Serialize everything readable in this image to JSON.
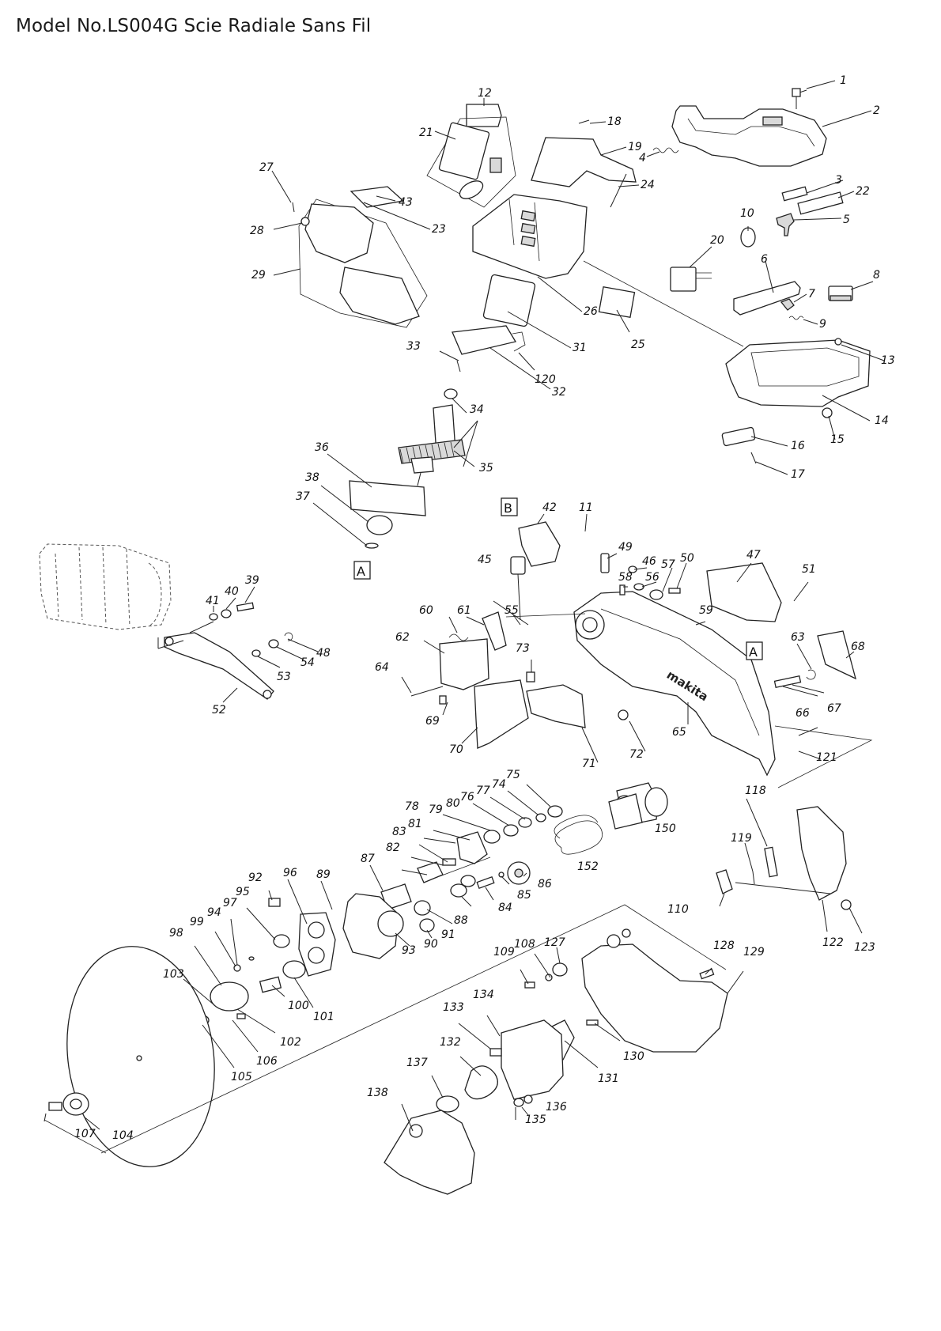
{
  "title": "Model No.LS004G Scie Radiale Sans Fil",
  "callouts": [
    {
      "id": "1",
      "label": "1"
    },
    {
      "id": "2",
      "label": "2"
    },
    {
      "id": "3",
      "label": "3"
    },
    {
      "id": "4",
      "label": "4"
    },
    {
      "id": "5",
      "label": "5"
    },
    {
      "id": "6",
      "label": "6"
    },
    {
      "id": "7",
      "label": "7"
    },
    {
      "id": "8",
      "label": "8"
    },
    {
      "id": "9",
      "label": "9"
    },
    {
      "id": "10",
      "label": "10"
    },
    {
      "id": "11",
      "label": "11"
    },
    {
      "id": "12",
      "label": "12"
    },
    {
      "id": "13",
      "label": "13"
    },
    {
      "id": "14",
      "label": "14"
    },
    {
      "id": "15",
      "label": "15"
    },
    {
      "id": "16",
      "label": "16"
    },
    {
      "id": "17",
      "label": "17"
    },
    {
      "id": "18",
      "label": "18"
    },
    {
      "id": "19",
      "label": "19"
    },
    {
      "id": "20",
      "label": "20"
    },
    {
      "id": "21",
      "label": "21"
    },
    {
      "id": "22",
      "label": "22"
    },
    {
      "id": "23",
      "label": "23"
    },
    {
      "id": "24",
      "label": "24"
    },
    {
      "id": "25",
      "label": "25"
    },
    {
      "id": "26",
      "label": "26"
    },
    {
      "id": "27",
      "label": "27"
    },
    {
      "id": "28",
      "label": "28"
    },
    {
      "id": "29",
      "label": "29"
    },
    {
      "id": "31",
      "label": "31"
    },
    {
      "id": "32",
      "label": "32"
    },
    {
      "id": "33",
      "label": "33"
    },
    {
      "id": "34",
      "label": "34"
    },
    {
      "id": "35",
      "label": "35"
    },
    {
      "id": "36",
      "label": "36"
    },
    {
      "id": "37",
      "label": "37"
    },
    {
      "id": "38",
      "label": "38"
    },
    {
      "id": "39",
      "label": "39"
    },
    {
      "id": "40",
      "label": "40"
    },
    {
      "id": "41",
      "label": "41"
    },
    {
      "id": "42",
      "label": "42"
    },
    {
      "id": "43",
      "label": "43"
    },
    {
      "id": "45",
      "label": "45"
    },
    {
      "id": "46",
      "label": "46"
    },
    {
      "id": "47",
      "label": "47"
    },
    {
      "id": "48",
      "label": "48"
    },
    {
      "id": "49",
      "label": "49"
    },
    {
      "id": "50",
      "label": "50"
    },
    {
      "id": "51",
      "label": "51"
    },
    {
      "id": "52",
      "label": "52"
    },
    {
      "id": "53",
      "label": "53"
    },
    {
      "id": "54",
      "label": "54"
    },
    {
      "id": "55",
      "label": "55"
    },
    {
      "id": "56",
      "label": "56"
    },
    {
      "id": "57",
      "label": "57"
    },
    {
      "id": "58",
      "label": "58"
    },
    {
      "id": "59",
      "label": "59"
    },
    {
      "id": "60",
      "label": "60"
    },
    {
      "id": "61",
      "label": "61"
    },
    {
      "id": "62",
      "label": "62"
    },
    {
      "id": "63",
      "label": "63"
    },
    {
      "id": "64",
      "label": "64"
    },
    {
      "id": "65",
      "label": "65"
    },
    {
      "id": "66",
      "label": "66"
    },
    {
      "id": "67",
      "label": "67"
    },
    {
      "id": "68",
      "label": "68"
    },
    {
      "id": "69",
      "label": "69"
    },
    {
      "id": "70",
      "label": "70"
    },
    {
      "id": "71",
      "label": "71"
    },
    {
      "id": "72",
      "label": "72"
    },
    {
      "id": "73",
      "label": "73"
    },
    {
      "id": "74",
      "label": "74"
    },
    {
      "id": "75",
      "label": "75"
    },
    {
      "id": "76",
      "label": "76"
    },
    {
      "id": "77",
      "label": "77"
    },
    {
      "id": "78",
      "label": "78"
    },
    {
      "id": "79",
      "label": "79"
    },
    {
      "id": "80",
      "label": "80"
    },
    {
      "id": "81",
      "label": "81"
    },
    {
      "id": "82",
      "label": "82"
    },
    {
      "id": "83",
      "label": "83"
    },
    {
      "id": "84",
      "label": "84"
    },
    {
      "id": "85",
      "label": "85"
    },
    {
      "id": "86",
      "label": "86"
    },
    {
      "id": "87",
      "label": "87"
    },
    {
      "id": "88",
      "label": "88"
    },
    {
      "id": "89",
      "label": "89"
    },
    {
      "id": "90",
      "label": "90"
    },
    {
      "id": "91",
      "label": "91"
    },
    {
      "id": "92",
      "label": "92"
    },
    {
      "id": "93",
      "label": "93"
    },
    {
      "id": "94",
      "label": "94"
    },
    {
      "id": "95",
      "label": "95"
    },
    {
      "id": "96",
      "label": "96"
    },
    {
      "id": "97",
      "label": "97"
    },
    {
      "id": "98",
      "label": "98"
    },
    {
      "id": "99",
      "label": "99"
    },
    {
      "id": "100",
      "label": "100"
    },
    {
      "id": "101",
      "label": "101"
    },
    {
      "id": "102",
      "label": "102"
    },
    {
      "id": "103",
      "label": "103"
    },
    {
      "id": "104",
      "label": "104"
    },
    {
      "id": "105",
      "label": "105"
    },
    {
      "id": "106",
      "label": "106"
    },
    {
      "id": "107",
      "label": "107"
    },
    {
      "id": "108",
      "label": "108"
    },
    {
      "id": "109",
      "label": "109"
    },
    {
      "id": "110",
      "label": "110"
    },
    {
      "id": "118",
      "label": "118"
    },
    {
      "id": "119",
      "label": "119"
    },
    {
      "id": "120",
      "label": "120"
    },
    {
      "id": "121",
      "label": "121"
    },
    {
      "id": "122",
      "label": "122"
    },
    {
      "id": "123",
      "label": "123"
    },
    {
      "id": "127",
      "label": "127"
    },
    {
      "id": "128",
      "label": "128"
    },
    {
      "id": "129",
      "label": "129"
    },
    {
      "id": "130",
      "label": "130"
    },
    {
      "id": "131",
      "label": "131"
    },
    {
      "id": "132",
      "label": "132"
    },
    {
      "id": "133",
      "label": "133"
    },
    {
      "id": "134",
      "label": "134"
    },
    {
      "id": "135",
      "label": "135"
    },
    {
      "id": "136",
      "label": "136"
    },
    {
      "id": "137",
      "label": "137"
    },
    {
      "id": "138",
      "label": "138"
    },
    {
      "id": "150",
      "label": "150"
    },
    {
      "id": "152",
      "label": "152"
    }
  ],
  "reference_markers": {
    "a_upper": "A",
    "a_right": "A",
    "b": "B"
  },
  "brand_mark": "makita"
}
